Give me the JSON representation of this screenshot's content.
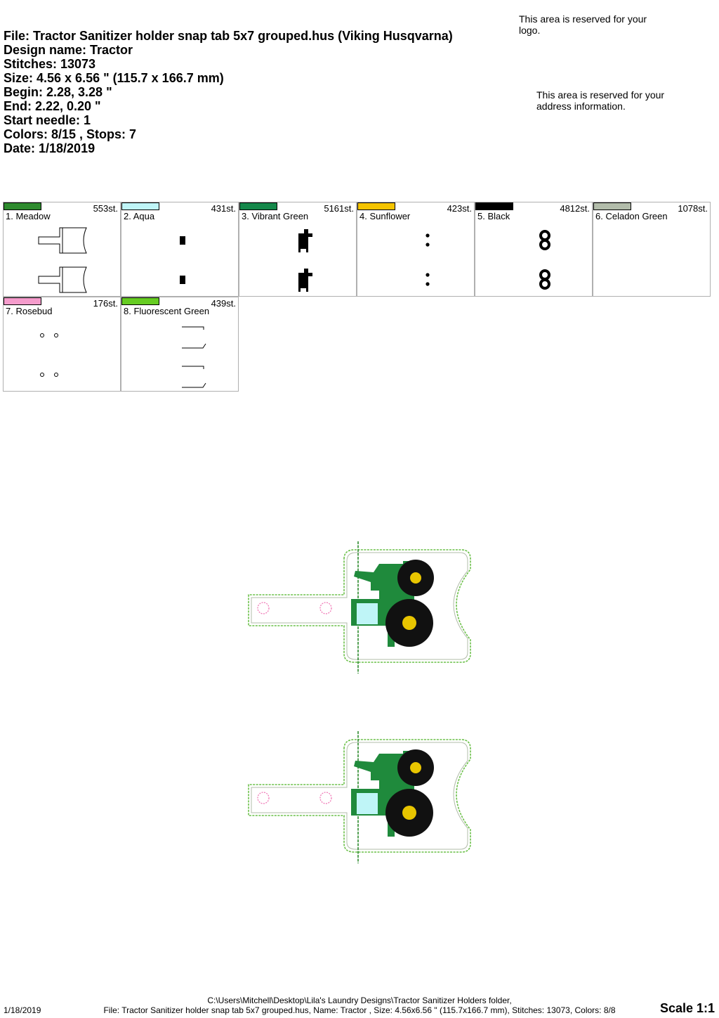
{
  "header": {
    "file_line": "File: Tractor Sanitizer holder snap tab 5x7 grouped.hus  (Viking Husqvarna)",
    "design_name": "Design name: Tractor",
    "stitches": "Stitches: 13073",
    "size": "Size: 4.56 x 6.56 \" (115.7 x 166.7 mm)",
    "begin": "Begin: 2.28, 3.28 \"",
    "end": "End: 2.22, 0.20 \"",
    "start_needle": "Start needle: 1",
    "colors_stops": "Colors: 8/15 , Stops: 7",
    "date": "Date: 1/18/2019"
  },
  "reserved": {
    "logo": "This area is reserved for your logo.",
    "address": "This area is reserved for your address information."
  },
  "colors": [
    {
      "label": "1. Meadow",
      "stitches": "553st.",
      "color": "#2e8b2e",
      "thumb": "outline"
    },
    {
      "label": "2. Aqua",
      "stitches": "431st.",
      "color": "#bff5f7",
      "thumb": "window"
    },
    {
      "label": "3. Vibrant Green",
      "stitches": "5161st.",
      "color": "#14884a",
      "thumb": "body"
    },
    {
      "label": "4. Sunflower",
      "stitches": "423st.",
      "color": "#f5c400",
      "thumb": "hubs"
    },
    {
      "label": "5. Black",
      "stitches": "4812st.",
      "color": "#000000",
      "thumb": "tires"
    },
    {
      "label": "6. Celadon Green",
      "stitches": "1078st.",
      "color": "#b2bcaa",
      "thumb": "outline"
    },
    {
      "label": "7. Rosebud",
      "stitches": "176st.",
      "color": "#f59ccc",
      "thumb": "snaps"
    },
    {
      "label": "8. Fluorescent Green",
      "stitches": "439st.",
      "color": "#66cc22",
      "thumb": "edge"
    }
  ],
  "footer": {
    "path": "C:\\Users\\Mitchell\\Desktop\\Lila's Laundry Designs\\Tractor Sanitizer Holders folder,",
    "line": "File: Tractor Sanitizer holder snap tab 5x7 grouped.hus, Name: Tractor , Size: 4.56x6.56 \" (115.7x166.7 mm), Stitches: 13073, Colors: 8/8",
    "date": "1/18/2019",
    "scale": "Scale 1:1"
  }
}
